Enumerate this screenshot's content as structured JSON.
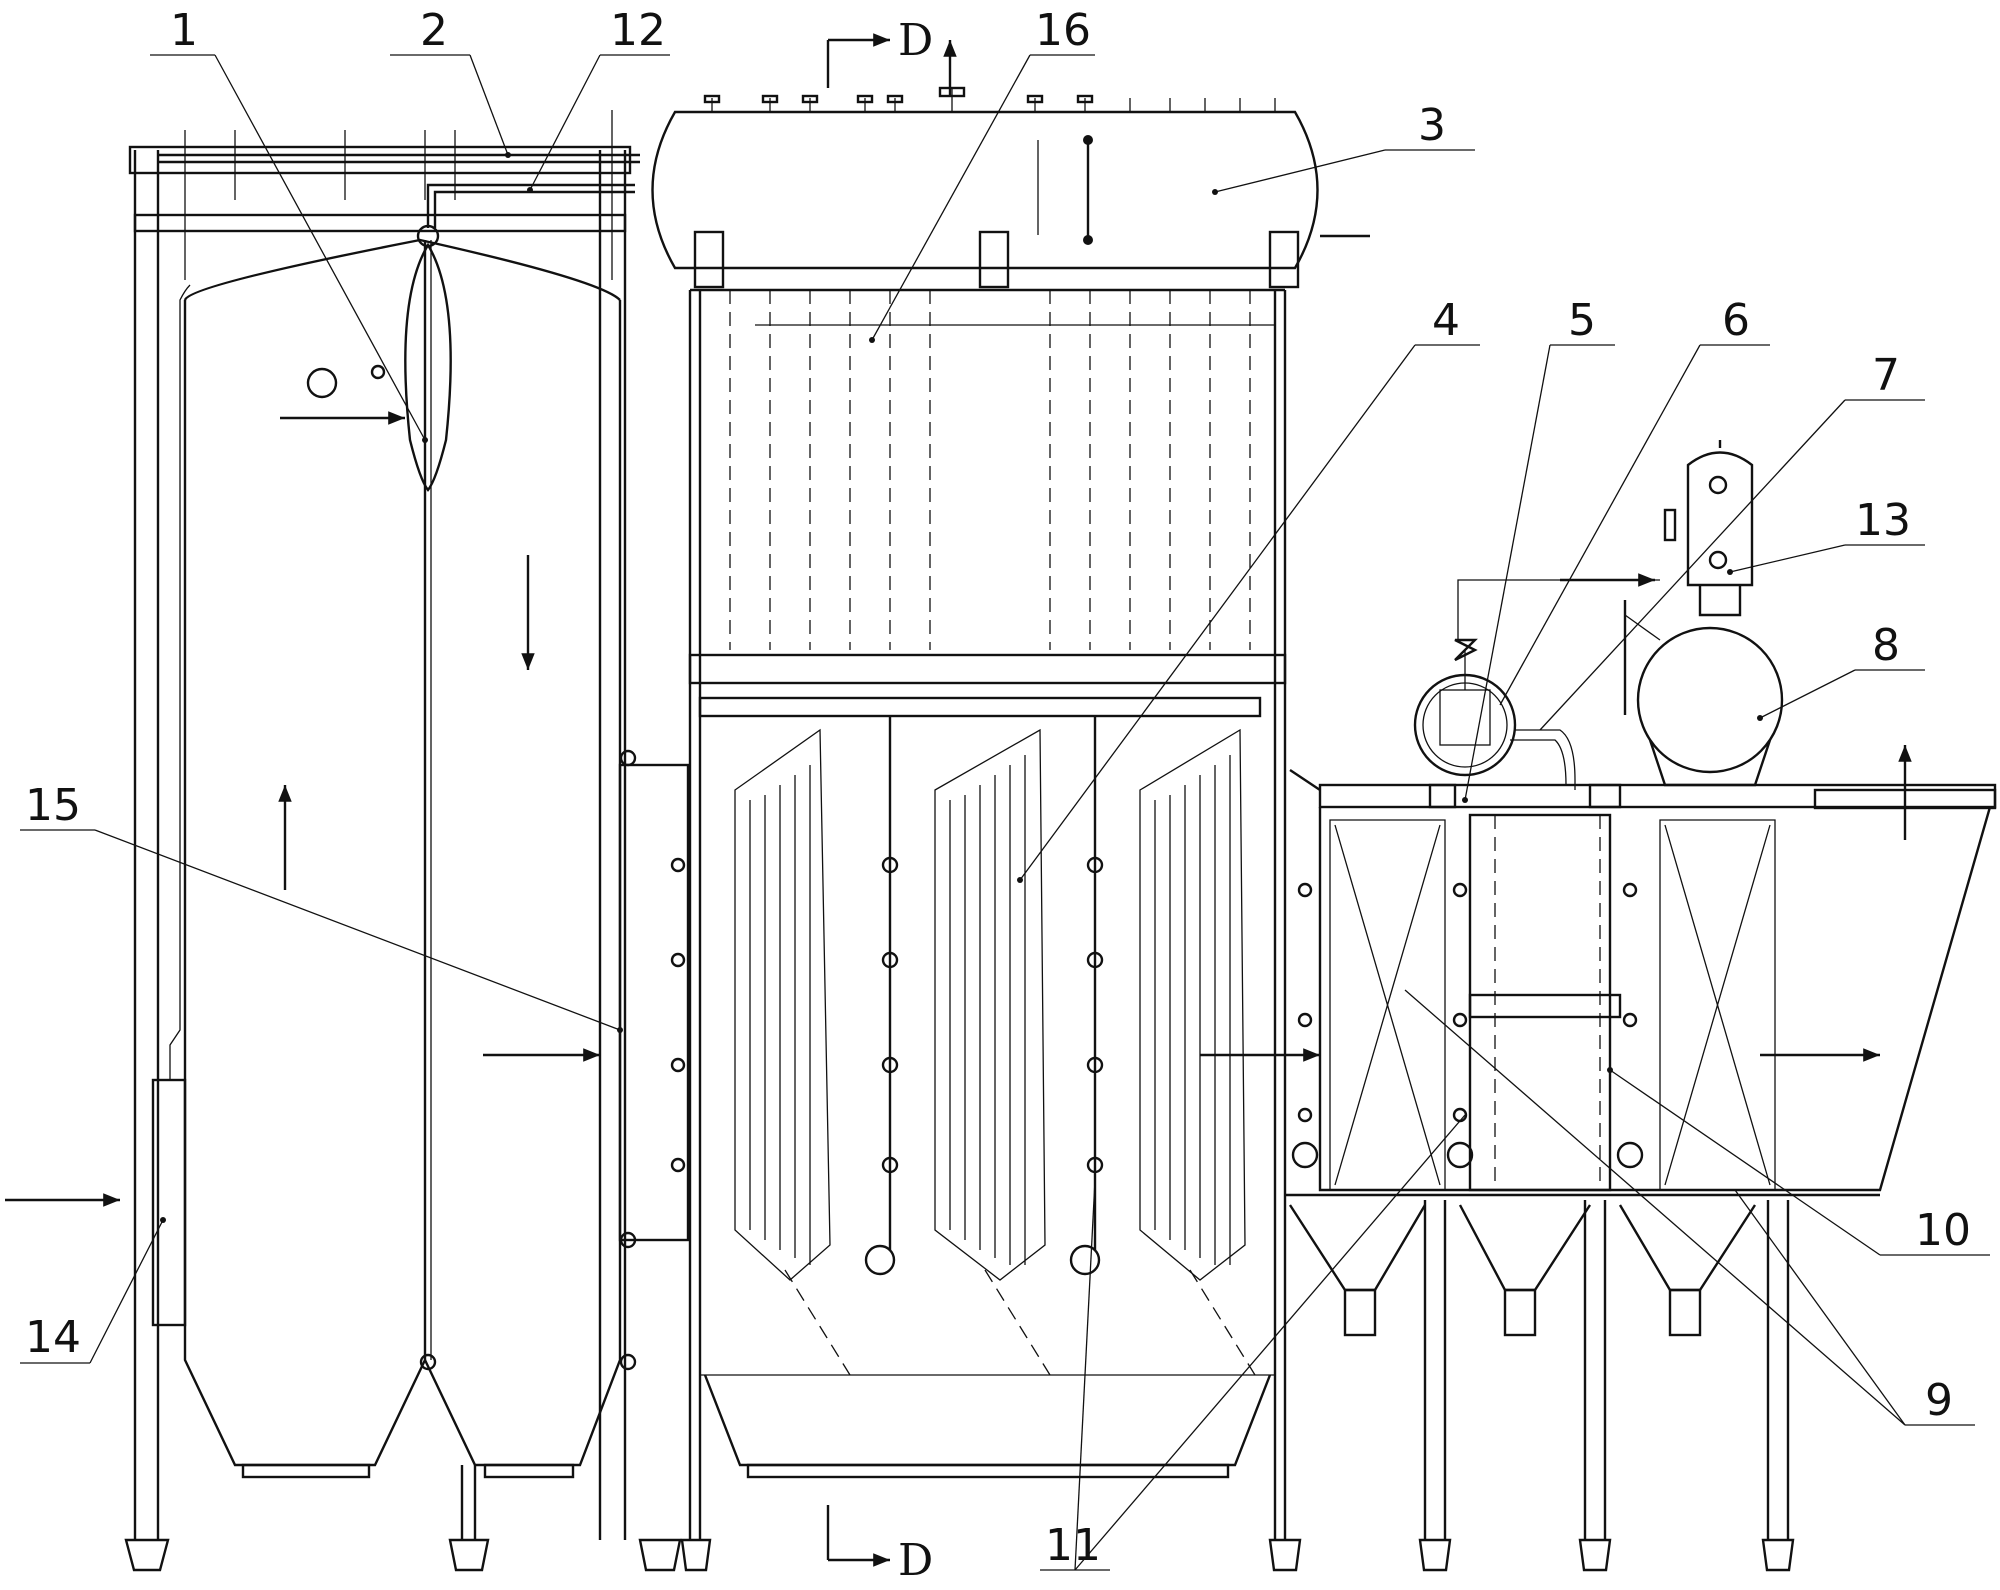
{
  "section_marks": {
    "top": "D",
    "bottom": "D"
  },
  "callouts": [
    {
      "label": "1"
    },
    {
      "label": "2"
    },
    {
      "label": "12"
    },
    {
      "label": "16"
    },
    {
      "label": "3"
    },
    {
      "label": "4"
    },
    {
      "label": "5"
    },
    {
      "label": "6"
    },
    {
      "label": "7"
    },
    {
      "label": "13"
    },
    {
      "label": "8"
    },
    {
      "label": "15"
    },
    {
      "label": "14"
    },
    {
      "label": "10"
    },
    {
      "label": "9"
    },
    {
      "label": "11"
    }
  ],
  "colors": {
    "line": "#111111",
    "background": "#ffffff"
  }
}
